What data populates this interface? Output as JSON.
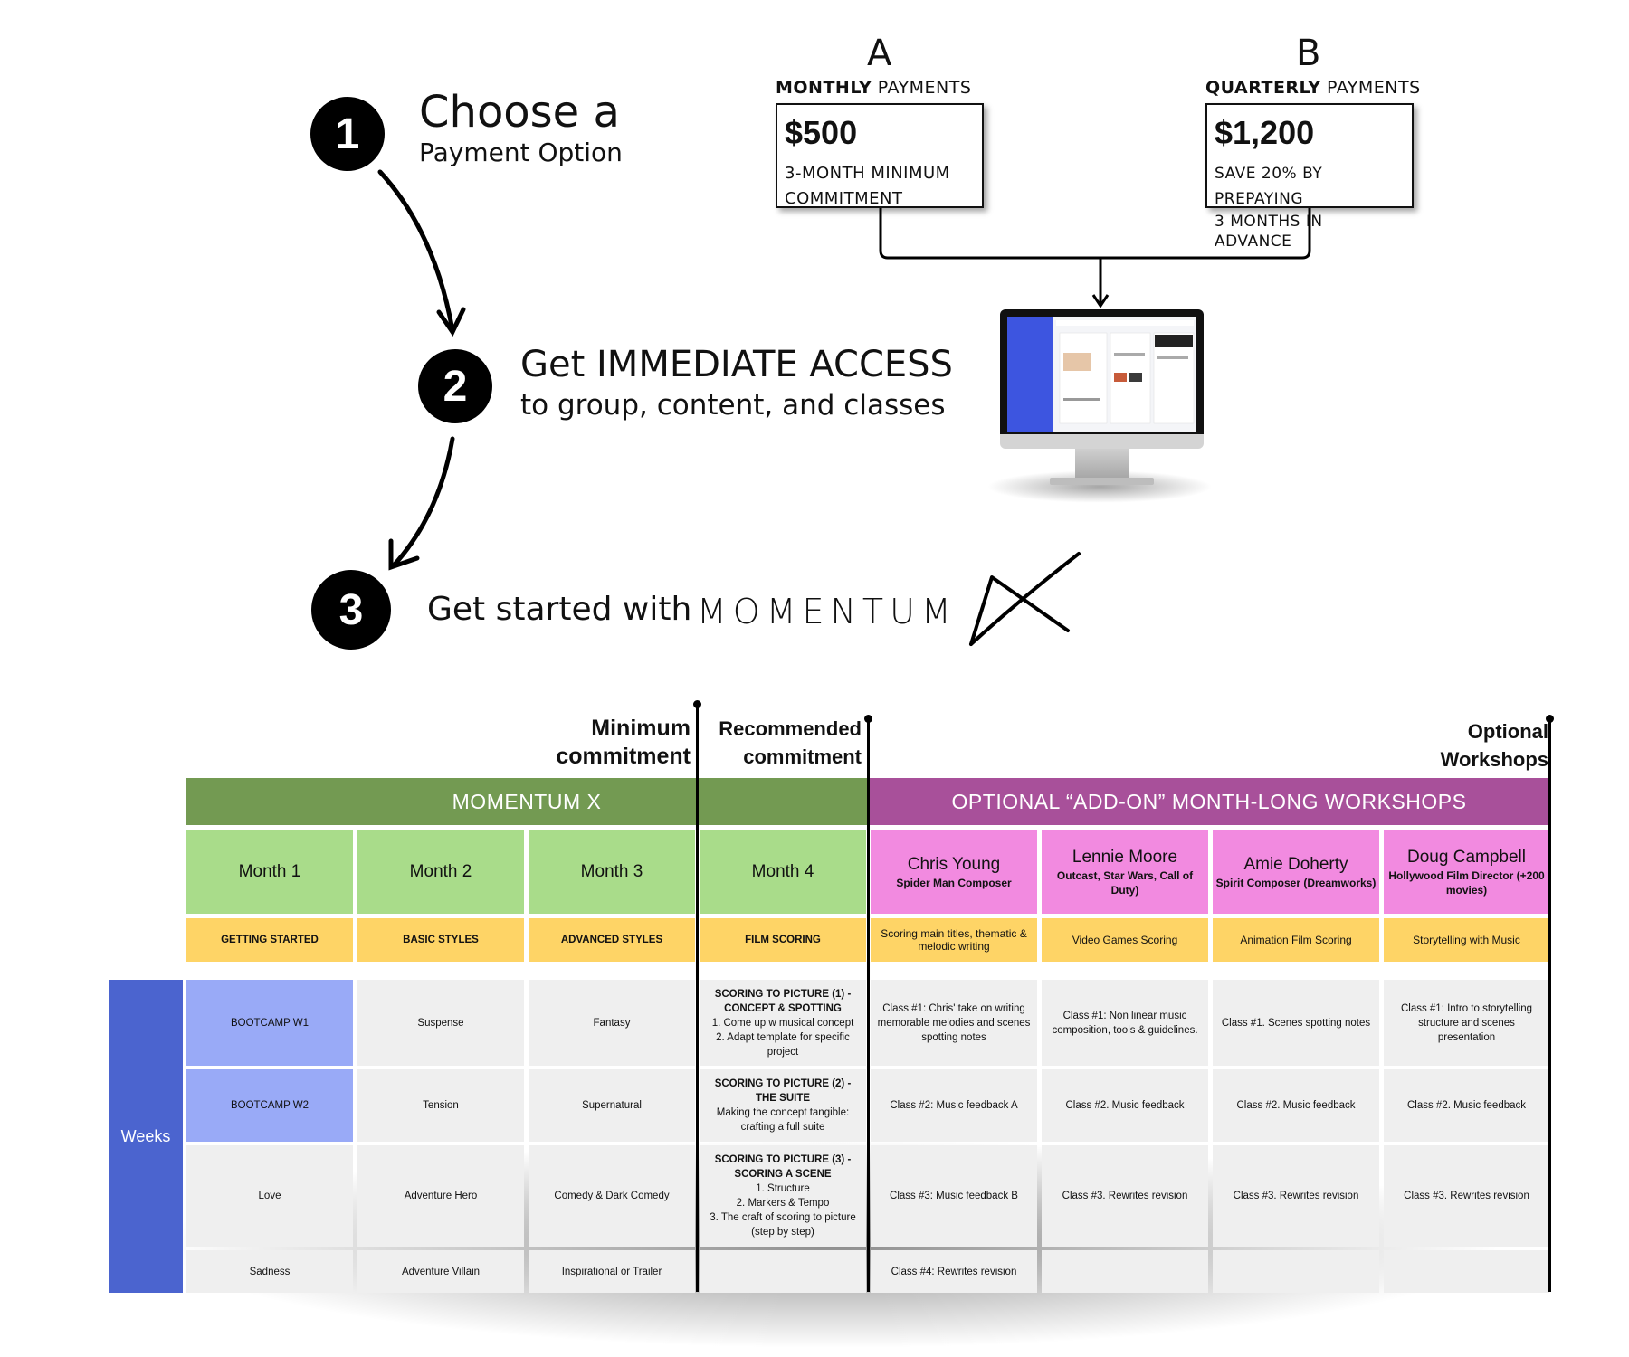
{
  "steps": [
    {
      "number": "1",
      "title": "Choose a",
      "subtitle": "Payment Option"
    },
    {
      "number": "2",
      "title": "Get IMMEDIATE ACCESS",
      "subtitle": "to group, content, and classes"
    },
    {
      "number": "3",
      "title": "Get started with",
      "brand": "MOMENTUM"
    }
  ],
  "payment_options": [
    {
      "letter": "A",
      "head_bold": "MONTHLY",
      "head_rest": " PAYMENTS",
      "price": "$500",
      "desc_line1": "3-MONTH MINIMUM",
      "desc_line2": "COMMITMENT"
    },
    {
      "letter": "B",
      "head_bold": "QUARTERLY",
      "head_rest": " PAYMENTS",
      "price": "$1,200",
      "desc_line1": "SAVE 20% BY PREPAYING",
      "desc_line2": "3 MONTHS IN ADVANCE"
    }
  ],
  "table": {
    "commitments": {
      "minimum": [
        "Minimum",
        "commitment"
      ],
      "recommended": [
        "Recommended",
        "commitment"
      ],
      "optional": [
        "Optional",
        "Workshops"
      ]
    },
    "bands": {
      "momentum": "MOMENTUM X",
      "workshops": "OPTIONAL “ADD-ON” MONTH-LONG WORKSHOPS"
    },
    "months": [
      "Month 1",
      "Month 2",
      "Month 3",
      "Month 4"
    ],
    "workshops": [
      {
        "name": "Chris Young",
        "role": "Spider Man Composer"
      },
      {
        "name": "Lennie Moore",
        "role": "Outcast, Star Wars, Call of Duty)"
      },
      {
        "name": "Amie Doherty",
        "role": "Spirit Composer (Dreamworks)"
      },
      {
        "name": "Doug Campbell",
        "role": "Hollywood Film Director (+200 movies)"
      }
    ],
    "topics": [
      "GETTING STARTED",
      "BASIC STYLES",
      "ADVANCED STYLES",
      "FILM SCORING",
      "Scoring main titles, thematic & melodic writing",
      "Video Games Scoring",
      "Animation Film Scoring",
      "Storytelling with Music"
    ],
    "weeks_label": "Weeks",
    "rows": [
      {
        "m1": "BOOTCAMP W1",
        "m2": "Suspense",
        "m3": "Fantasy",
        "m4_title": "SCORING TO PICTURE (1) - CONCEPT & SPOTTING",
        "m4_body": [
          "1. Come up w musical concept",
          "2. Adapt template for specific project"
        ],
        "w1": "Class #1: Chris' take on writing memorable melodies and scenes spotting notes",
        "w2": "Class #1: Non linear music composition, tools & guidelines.",
        "w3": "Class #1. Scenes spotting notes",
        "w4": "Class #1: Intro to storytelling structure and scenes presentation"
      },
      {
        "m1": "BOOTCAMP W2",
        "m2": "Tension",
        "m3": "Supernatural",
        "m4_title": "SCORING TO PICTURE (2) - THE SUITE",
        "m4_body": [
          "Making the concept tangible: crafting a full suite"
        ],
        "w1": "Class #2: Music feedback A",
        "w2": "Class #2. Music feedback",
        "w3": "Class #2. Music feedback",
        "w4": "Class #2. Music feedback"
      },
      {
        "m1": "Love",
        "m2": "Adventure Hero",
        "m3": "Comedy & Dark Comedy",
        "m4_title": "SCORING TO PICTURE (3) - SCORING A SCENE",
        "m4_body": [
          "1. Structure",
          "2. Markers & Tempo",
          "3. The craft of scoring to picture (step by step)"
        ],
        "w1": "Class #3: Music feedback B",
        "w2": "Class #3. Rewrites revision",
        "w3": "Class #3. Rewrites revision",
        "w4": "Class #3. Rewrites revision"
      },
      {
        "m1": "Sadness",
        "m2": "Adventure Villain",
        "m3": "Inspirational or Trailer",
        "m4_title": "",
        "m4_body": [],
        "w1": "Class #4: Rewrites revision",
        "w2": "",
        "w3": "",
        "w4": ""
      }
    ]
  },
  "colors": {
    "momentum_band": "#739a52",
    "workshop_band": "#a8509a",
    "month_cell": "#a9dc8a",
    "workshop_cell": "#f28ae0",
    "topic_cell": "#fed466",
    "weeks_cell": "#4b64cf",
    "bootcamp_cell": "#99aaf7",
    "grid_cell": "#efefef"
  },
  "icons": [
    "arrow-icon",
    "connector-icon",
    "monitor-icon",
    "momentum-x-logo"
  ]
}
